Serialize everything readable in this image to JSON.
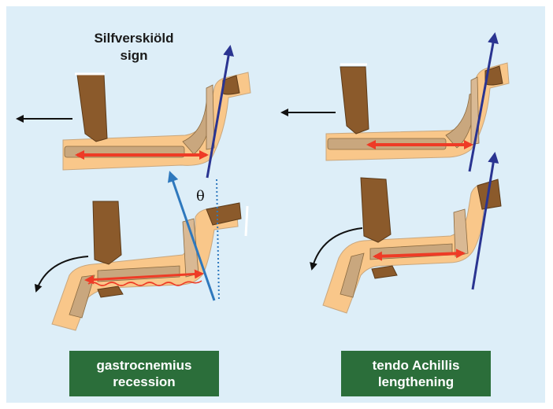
{
  "figure": {
    "sign_label": [
      "Silfverskiöld",
      "sign"
    ],
    "angle_symbol": "θ"
  },
  "procedures": [
    {
      "lines": [
        "gastrocnemius",
        "recession"
      ]
    },
    {
      "lines": [
        "tendo Achillis",
        "lengthening"
      ]
    }
  ],
  "colors": {
    "background": "#ddeef8",
    "skin": "#f9c78a",
    "bone": "#c9a77e",
    "muscle": "#8b5a2b",
    "tension_arrow": "#ee3b26",
    "axis_arrow": "#2a3491",
    "axis_arrow_light": "#2e78bd",
    "label_box": "#2b6e3a"
  }
}
